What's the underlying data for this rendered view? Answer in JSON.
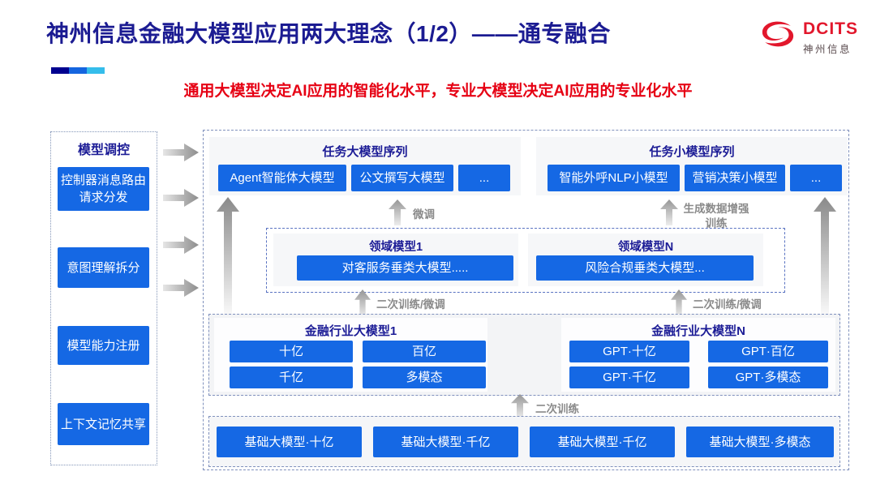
{
  "header": {
    "title": "神州信息金融大模型应用两大理念（1/2）——通专融合",
    "subtitle": "通用大模型决定AI应用的智能化水平，专业大模型决定AI应用的专业化水平",
    "accent_bar_colors": [
      "#00008f",
      "#1565df",
      "#35bdeb"
    ],
    "logo": {
      "name": "DCITS",
      "subname": "神州信息"
    }
  },
  "colors": {
    "button_blue": "#1568e4",
    "heading_navy": "#1c1c96",
    "subtitle_red": "#e60013",
    "label_gray": "#8a8a8a",
    "logo_red": "#e2172c"
  },
  "sidebar": {
    "title": "模型调控",
    "items": [
      {
        "label": "控制器消息路由请求分发"
      },
      {
        "label": "意图理解拆分"
      },
      {
        "label": "模型能力注册"
      },
      {
        "label": "上下文记忆共享"
      }
    ]
  },
  "diagram": {
    "top_left": {
      "title": "任务大模型序列",
      "buttons": [
        "Agent智能体大模型",
        "公文撰写大模型",
        "..."
      ]
    },
    "top_right": {
      "title": "任务小模型序列",
      "buttons": [
        "智能外呼NLP小模型",
        "营销决策小模型",
        "..."
      ]
    },
    "labels": {
      "fine_tune": "微调",
      "gen_data": "生成数据增强训练",
      "secondary_left": "二次训练/微调",
      "secondary_right": "二次训练/微调",
      "secondary_bottom": "二次训练"
    },
    "domain_row": {
      "panels": [
        {
          "title": "领域模型1",
          "button": "对客服务垂类大模型....."
        },
        {
          "title": "领域模型N",
          "button": "风险合规垂类大模型..."
        }
      ]
    },
    "industry_row": {
      "panels": [
        {
          "title": "金融行业大模型1",
          "buttons": [
            "十亿",
            "百亿",
            "千亿",
            "多模态"
          ]
        },
        {
          "title": "金融行业大模型N",
          "buttons": [
            "GPT·十亿",
            "GPT·百亿",
            "GPT·千亿",
            "GPT·多模态"
          ]
        }
      ]
    },
    "base_row": {
      "buttons": [
        "基础大模型·十亿",
        "基础大模型·千亿",
        "基础大模型·千亿",
        "基础大模型·多模态"
      ]
    }
  }
}
